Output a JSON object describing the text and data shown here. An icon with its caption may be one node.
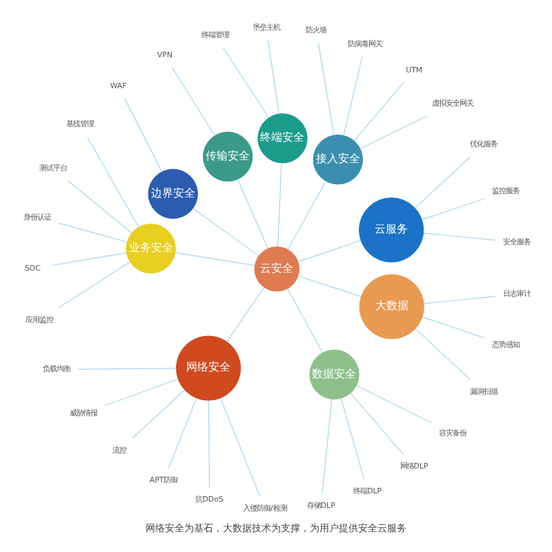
{
  "diagram": {
    "caption": "网络安全为基石，大数据技术为支撑，为用户提供安全云服务",
    "nodes": [
      {
        "text": [
          "云安全"
        ]
      },
      {
        "text": [
          "云服务"
        ]
      },
      {
        "text": [
          "接入安全"
        ]
      },
      {
        "text": [
          "终端安全"
        ]
      },
      {
        "text": [
          "传输安全"
        ]
      },
      {
        "text": [
          "边界安全"
        ]
      },
      {
        "text": [
          "业务安全"
        ]
      },
      {
        "text": [
          "网络安全"
        ]
      },
      {
        "text": [
          "数据安全"
        ]
      },
      {
        "text": [
          "大数据"
        ]
      },
      {
        "text": [
          "虚拟安全网关"
        ]
      },
      {
        "text": [
          "WAF"
        ]
      },
      {
        "text": [
          "安全服务"
        ]
      },
      {
        "text": [
          "监控服务"
        ]
      },
      {
        "text": [
          "优化服务"
        ]
      },
      {
        "text": [
          "漏洞扫描"
        ]
      },
      {
        "text": [
          "态势感知"
        ]
      },
      {
        "text": [
          "堡垒主机"
        ]
      },
      {
        "text": [
          "终端管理"
        ]
      },
      {
        "text": [
          "基线管理"
        ]
      },
      {
        "text": [
          "测试平台"
        ]
      },
      {
        "text": [
          "身份认证"
        ]
      },
      {
        "text": [
          "SOC"
        ]
      },
      {
        "text": [
          "应用监控"
        ]
      },
      {
        "text": [
          "日志审计"
        ]
      },
      {
        "text": [
          "存储DLP"
        ]
      },
      {
        "text": [
          "终端DLP"
        ]
      },
      {
        "text": [
          "网络DLP"
        ]
      },
      {
        "text": [
          "容灾备份"
        ]
      },
      {
        "text": [
          "负载均衡"
        ]
      },
      {
        "text": [
          "威胁情报"
        ]
      },
      {
        "text": [
          "流控"
        ]
      },
      {
        "text": [
          "APT防御"
        ]
      },
      {
        "text": [
          "抗DDoS"
        ]
      },
      {
        "text": [
          "入侵防御/检测"
        ]
      },
      {
        "text": [
          "VPN"
        ]
      },
      {
        "text": [
          "UTM"
        ]
      },
      {
        "text": [
          "防病毒网关"
        ]
      },
      {
        "text": [
          "防火墙"
        ]
      }
    ],
    "edges": [
      {
        "from": 0,
        "to": 1,
        "arrow": "none"
      },
      {
        "from": 0,
        "to": 2,
        "arrow": "none"
      },
      {
        "from": 0,
        "to": 3,
        "arrow": "none"
      },
      {
        "from": 0,
        "to": 4,
        "arrow": "none"
      },
      {
        "from": 0,
        "to": 5,
        "arrow": "none"
      },
      {
        "from": 0,
        "to": 6,
        "arrow": "none"
      },
      {
        "from": 0,
        "to": 7,
        "arrow": "none"
      },
      {
        "from": 0,
        "to": 8,
        "arrow": "none"
      },
      {
        "from": 0,
        "to": 9,
        "arrow": "none"
      },
      {
        "from": 2,
        "to": 10,
        "arrow": "none"
      },
      {
        "from": 5,
        "to": 11,
        "arrow": "none"
      },
      {
        "from": 1,
        "to": 12,
        "arrow": "none"
      },
      {
        "from": 1,
        "to": 13,
        "arrow": "none"
      },
      {
        "from": 1,
        "to": 14,
        "arrow": "none"
      },
      {
        "from": 9,
        "to": 15,
        "arrow": "none"
      },
      {
        "from": 9,
        "to": 16,
        "arrow": "none"
      },
      {
        "from": 3,
        "to": 17,
        "arrow": "none"
      },
      {
        "from": 3,
        "to": 18,
        "arrow": "none"
      },
      {
        "from": 6,
        "to": 19,
        "arrow": "none"
      },
      {
        "from": 6,
        "to": 20,
        "arrow": "none"
      },
      {
        "from": 6,
        "to": 21,
        "arrow": "none"
      },
      {
        "from": 6,
        "to": 22,
        "arrow": "none"
      },
      {
        "from": 6,
        "to": 23,
        "arrow": "none"
      },
      {
        "from": 9,
        "to": 24,
        "arrow": "none"
      },
      {
        "from": 8,
        "to": 25,
        "arrow": "none"
      },
      {
        "from": 8,
        "to": 26,
        "arrow": "none"
      },
      {
        "from": 8,
        "to": 27,
        "arrow": "none"
      },
      {
        "from": 8,
        "to": 28,
        "arrow": "none"
      },
      {
        "from": 7,
        "to": 29,
        "arrow": "none"
      },
      {
        "from": 7,
        "to": 30,
        "arrow": "none"
      },
      {
        "from": 7,
        "to": 31,
        "arrow": "none"
      },
      {
        "from": 7,
        "to": 32,
        "arrow": "none"
      },
      {
        "from": 7,
        "to": 33,
        "arrow": "none"
      },
      {
        "from": 7,
        "to": 34,
        "arrow": "none"
      },
      {
        "from": 4,
        "to": 35,
        "arrow": "none"
      },
      {
        "from": 2,
        "to": 36,
        "arrow": "none"
      },
      {
        "from": 2,
        "to": 37,
        "arrow": "none"
      },
      {
        "from": 2,
        "to": 38,
        "arrow": "none"
      }
    ]
  }
}
